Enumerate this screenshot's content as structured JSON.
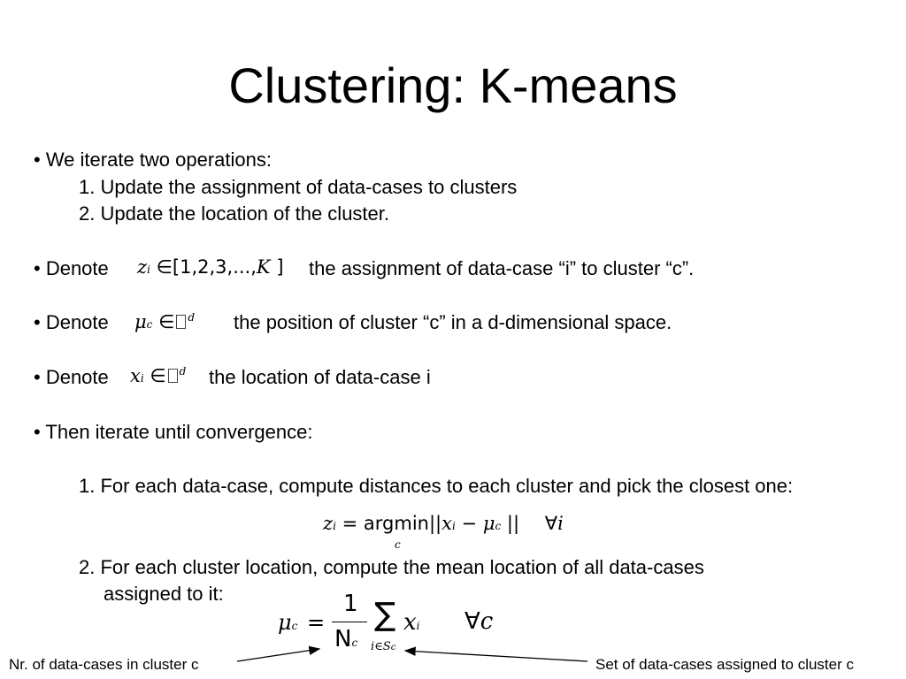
{
  "title": "Clustering: K-means",
  "bullets": {
    "iterate_intro": "• We iterate two operations:",
    "iterate_step1": "1. Update the assignment of data-cases to clusters",
    "iterate_step2": "2. Update the location of the cluster.",
    "denote_z_prefix": "• Denote",
    "denote_z_text": "the assignment of data-case “i” to cluster “c”.",
    "denote_mu_prefix": "• Denote",
    "denote_mu_text": "the position of cluster “c” in a d-dimensional space.",
    "denote_x_prefix": "• Denote",
    "denote_x_text": "the location of data-case i",
    "converge_intro": "• Then iterate until convergence:",
    "converge_step1": "1. For each data-case, compute distances to each cluster and pick the closest one:",
    "converge_step2_line1": "2. For each cluster location, compute the mean location of all data-cases",
    "converge_step2_line2": "assigned to it:"
  },
  "formulas": {
    "z_var": "z",
    "z_sub": "i",
    "z_in": "∈",
    "z_set": "[1,2,3,...,",
    "z_set_K": "K",
    "z_set_close": "]",
    "mu_var": "μ",
    "mu_sub": "c",
    "mu_in": "∈",
    "mu_sup": "d",
    "x_var": "x",
    "x_sub": "i",
    "x_in": "∈",
    "x_sup": "d",
    "assign_lhs": "z",
    "assign_lhs_sub": "i",
    "assign_eq": "=",
    "assign_argmin": "argmin",
    "assign_argmin_sub": "c",
    "assign_norm_open": "||",
    "assign_x": "x",
    "assign_x_sub": "i",
    "assign_minus": "−",
    "assign_mu": "μ",
    "assign_mu_sub": "c",
    "assign_norm_close": "||",
    "assign_forall": "∀",
    "assign_forall_var": "i",
    "mean_lhs": "μ",
    "mean_lhs_sub": "c",
    "mean_eq": "=",
    "mean_num": "1",
    "mean_den": "N",
    "mean_den_sub": "c",
    "mean_sum": "∑",
    "mean_sum_sub_i": "i",
    "mean_sum_sub_in": "∈",
    "mean_sum_sub_S": "S",
    "mean_sum_sub_c": "c",
    "mean_x": "x",
    "mean_x_sub": "i",
    "mean_forall": "∀",
    "mean_forall_var": "c"
  },
  "annotations": {
    "left_note": "Nr. of data-cases in cluster c",
    "right_note": "Set of data-cases assigned to cluster c"
  }
}
